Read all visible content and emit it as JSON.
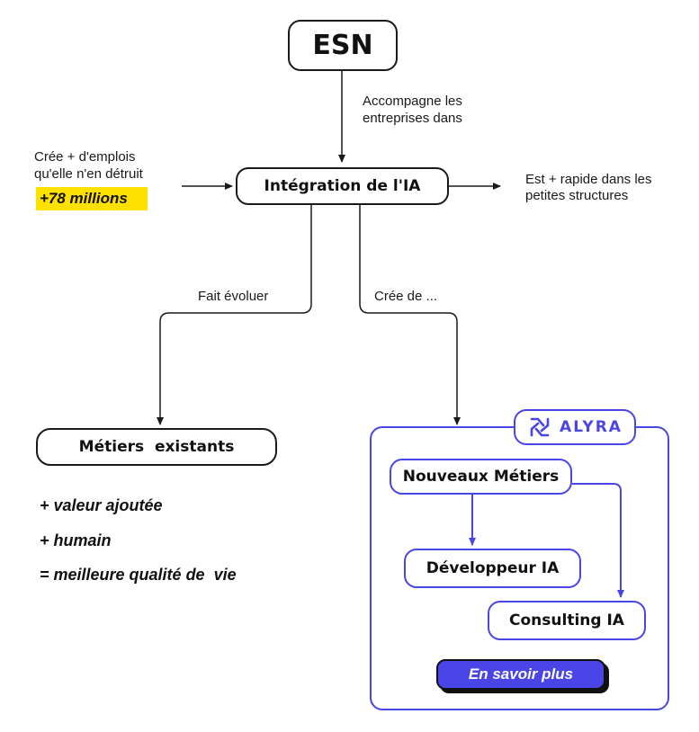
{
  "nodes": {
    "esn": "ESN",
    "integration": "Intégration de l'IA",
    "metiers_existants": "Métiers  existants",
    "nouveaux_metiers": "Nouveaux Métiers",
    "developpeur": "Développeur IA",
    "consulting": "Consulting IA"
  },
  "labels": {
    "accompagne_1": "Accompagne les",
    "accompagne_2": "entreprises dans",
    "cree_emplois_1": "Crée + d'emplois",
    "cree_emplois_2": "qu'elle n'en détruit",
    "stat": "+78 millions",
    "rapide_1": "Est + rapide dans les",
    "rapide_2": "petites structures",
    "fait_evoluer": "Fait évoluer",
    "cree_de": "Crée de ..."
  },
  "benefits": [
    "+ valeur ajoutée",
    "+ humain",
    "= meilleure qualité de  vie"
  ],
  "brand": {
    "name": "ALYRA",
    "icon": "alyra-logo-icon"
  },
  "cta": {
    "label": "En savoir plus"
  },
  "colors": {
    "accent": "#4a45e6",
    "highlight": "#ffe100",
    "ink": "#111111"
  }
}
